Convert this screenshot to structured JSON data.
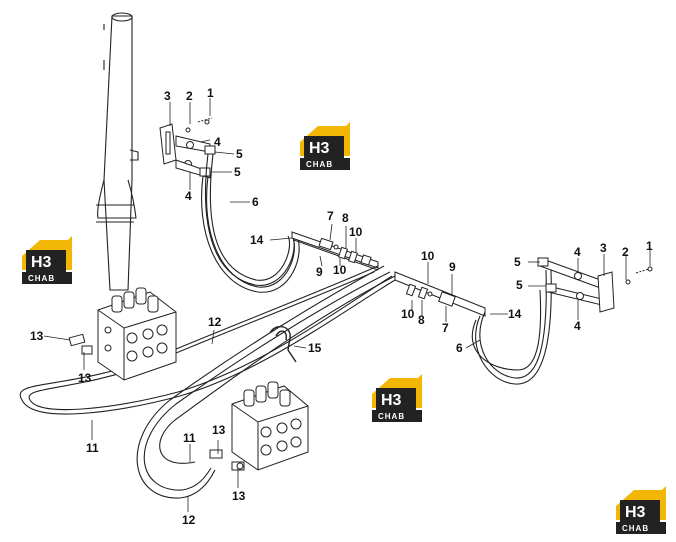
{
  "labels": [
    "1",
    "2",
    "3",
    "4",
    "4",
    "5",
    "5",
    "6",
    "7",
    "8",
    "10",
    "9",
    "10",
    "14",
    "10",
    "9",
    "10",
    "8",
    "7",
    "14",
    "6",
    "5",
    "5",
    "4",
    "4",
    "3",
    "2",
    "1",
    "12",
    "13",
    "13",
    "15",
    "11",
    "11",
    "13",
    "13",
    "12"
  ],
  "logo": {
    "main": "H3",
    "sub": "CHAB"
  },
  "colors": {
    "logo_yellow": "#f2b705",
    "logo_dark": "#222222",
    "line": "#222222"
  }
}
